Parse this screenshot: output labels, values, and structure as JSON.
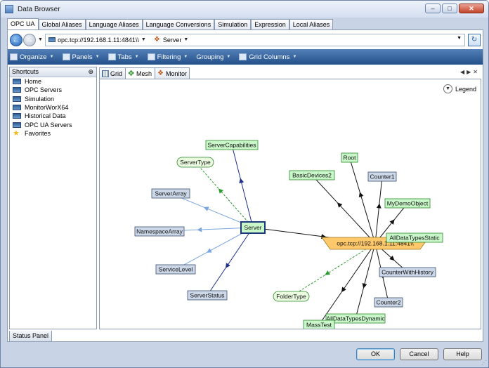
{
  "window": {
    "title": "Data Browser",
    "controls": {
      "minimize": "–",
      "maximize": "□",
      "close": "✕"
    }
  },
  "tabs": [
    "OPC UA",
    "Global Aliases",
    "Language Aliases",
    "Language Conversions",
    "Simulation",
    "Expression",
    "Local Aliases"
  ],
  "address": {
    "crumbs": [
      "opc.tcp://192.168.1.11:4841\\\\",
      "Server"
    ]
  },
  "toolbar": {
    "items": [
      {
        "label": "Organize",
        "has_menu": true
      },
      {
        "label": "Panels",
        "has_menu": true
      },
      {
        "label": "Tabs",
        "has_menu": true
      },
      {
        "label": "Filtering",
        "has_menu": true
      },
      {
        "label": "Grouping",
        "has_menu": true
      },
      {
        "label": "Grid Columns",
        "has_menu": true
      }
    ]
  },
  "shortcuts": {
    "title": "Shortcuts",
    "items": [
      "Home",
      "OPC Servers",
      "Simulation",
      "MonitorWorX64",
      "Historical Data",
      "OPC UA Servers",
      "Favorites"
    ]
  },
  "status_panel": "Status Panel",
  "view_tabs": [
    "Grid",
    "Mesh",
    "Monitor"
  ],
  "legend": "Legend",
  "mesh": {
    "nodes": [
      {
        "id": "server",
        "label": "Server",
        "type": "green",
        "selected": true
      },
      {
        "id": "endpoint",
        "label": "opc.tcp://192.168.1.11:4841\\\\",
        "type": "endpoint"
      },
      {
        "id": "servercap",
        "label": "ServerCapabilities",
        "type": "green"
      },
      {
        "id": "servertype",
        "label": "ServerType",
        "type": "round"
      },
      {
        "id": "serverarray",
        "label": "ServerArray",
        "type": "blue"
      },
      {
        "id": "nsarray",
        "label": "NamespaceArray",
        "type": "blue"
      },
      {
        "id": "svclevel",
        "label": "ServiceLevel",
        "type": "blue"
      },
      {
        "id": "srvstatus",
        "label": "ServerStatus",
        "type": "blue"
      },
      {
        "id": "root",
        "label": "Root",
        "type": "green"
      },
      {
        "id": "basicdev",
        "label": "BasicDevices2",
        "type": "green"
      },
      {
        "id": "counter1",
        "label": "Counter1",
        "type": "blue"
      },
      {
        "id": "mydemo",
        "label": "MyDemoObject",
        "type": "green"
      },
      {
        "id": "alltypesstatic",
        "label": "AllDataTypesStatic",
        "type": "green"
      },
      {
        "id": "counterhist",
        "label": "CounterWithHistory",
        "type": "blue"
      },
      {
        "id": "counter2",
        "label": "Counter2",
        "type": "blue"
      },
      {
        "id": "alltypesdyn",
        "label": "AllDataTypesDynamic",
        "type": "green"
      },
      {
        "id": "masstest",
        "label": "MassTest",
        "type": "green"
      },
      {
        "id": "foldertype",
        "label": "FolderType",
        "type": "round"
      }
    ],
    "edges": [
      {
        "from": "server",
        "to": "servercap",
        "style": "navy"
      },
      {
        "from": "server",
        "to": "servertype",
        "style": "dashed"
      },
      {
        "from": "server",
        "to": "serverarray",
        "style": "light"
      },
      {
        "from": "server",
        "to": "nsarray",
        "style": "light"
      },
      {
        "from": "server",
        "to": "svclevel",
        "style": "light"
      },
      {
        "from": "server",
        "to": "srvstatus",
        "style": "navy"
      },
      {
        "from": "server",
        "to": "endpoint",
        "style": "black"
      },
      {
        "from": "endpoint",
        "to": "root",
        "style": "black"
      },
      {
        "from": "endpoint",
        "to": "basicdev",
        "style": "black"
      },
      {
        "from": "endpoint",
        "to": "counter1",
        "style": "black"
      },
      {
        "from": "endpoint",
        "to": "mydemo",
        "style": "black"
      },
      {
        "from": "endpoint",
        "to": "alltypesstatic",
        "style": "black"
      },
      {
        "from": "endpoint",
        "to": "counterhist",
        "style": "black"
      },
      {
        "from": "endpoint",
        "to": "counter2",
        "style": "black"
      },
      {
        "from": "endpoint",
        "to": "alltypesdyn",
        "style": "black"
      },
      {
        "from": "endpoint",
        "to": "masstest",
        "style": "black"
      },
      {
        "from": "endpoint",
        "to": "foldertype",
        "style": "dashed"
      }
    ]
  },
  "buttons": {
    "ok": "OK",
    "cancel": "Cancel",
    "help": "Help"
  },
  "colors": {
    "toolbar": "#24508b",
    "green_node": "#c9f7c9",
    "blue_node": "#ccd8e8",
    "endpoint": "#ffc96b",
    "dashed_edge": "#2f9a2f",
    "navy_edge": "#1c2f8a",
    "light_edge": "#7aa6e0"
  }
}
